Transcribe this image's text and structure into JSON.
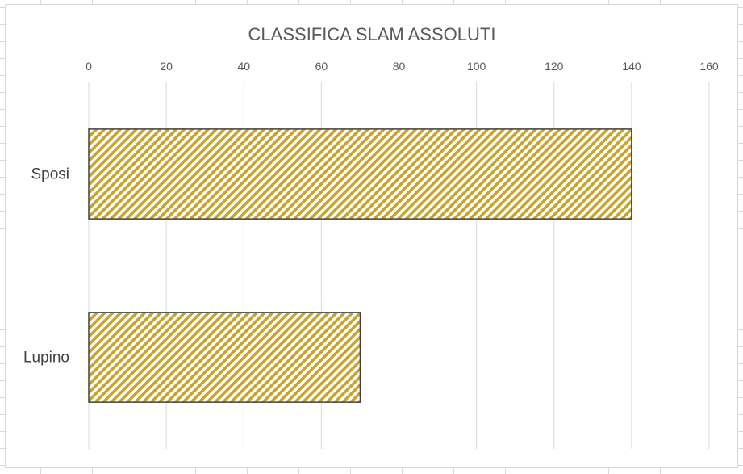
{
  "chart_data": {
    "type": "bar",
    "orientation": "horizontal",
    "title": "CLASSIFICA SLAM ASSOLUTI",
    "categories": [
      "Sposi",
      "Lupino"
    ],
    "values": [
      140,
      70
    ],
    "xlabel": "",
    "ylabel": "",
    "xlim": [
      0,
      160
    ],
    "xticks": [
      "0",
      "20",
      "40",
      "60",
      "80",
      "100",
      "120",
      "140",
      "160"
    ],
    "x_axis_position": "top",
    "grid": true,
    "legend": "none",
    "bar_fill": "diagonal-stripes",
    "bar_colors": {
      "stripe": "#c9a227",
      "background": "#ffffff",
      "border": "#404040"
    },
    "grid_color": "#d9d9d9"
  }
}
